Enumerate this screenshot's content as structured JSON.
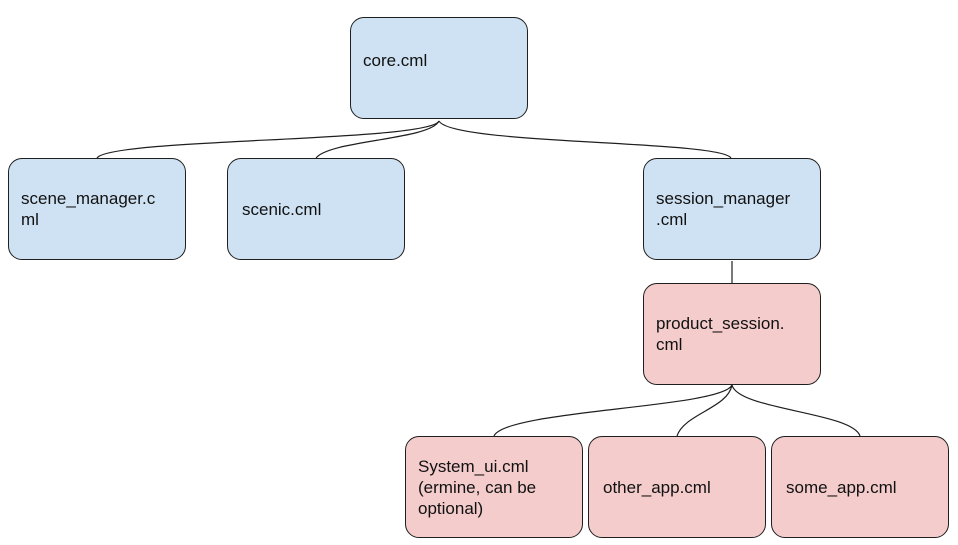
{
  "diagram": {
    "colors": {
      "blue_fill": "#cfe2f3",
      "pink_fill": "#f4cccc",
      "border": "#1f1f1f",
      "edge": "#1f1f1f"
    },
    "nodes": {
      "core": {
        "lines": [
          "core.cml"
        ]
      },
      "scene_manager": {
        "lines": [
          "scene_manager.c",
          "ml"
        ]
      },
      "scenic": {
        "lines": [
          "scenic.cml"
        ]
      },
      "session_manager": {
        "lines": [
          "session_manager",
          ".cml"
        ]
      },
      "product_session": {
        "lines": [
          "product_session.",
          "cml"
        ]
      },
      "system_ui": {
        "lines": [
          "System_ui.cml",
          "(ermine, can be",
          "optional)"
        ]
      },
      "other_app": {
        "lines": [
          "other_app.cml"
        ]
      },
      "some_app": {
        "lines": [
          "some_app.cml"
        ]
      }
    },
    "edges": [
      {
        "from": "core",
        "to": "scene_manager"
      },
      {
        "from": "core",
        "to": "scenic"
      },
      {
        "from": "core",
        "to": "session_manager"
      },
      {
        "from": "session_manager",
        "to": "product_session"
      },
      {
        "from": "product_session",
        "to": "system_ui"
      },
      {
        "from": "product_session",
        "to": "other_app"
      },
      {
        "from": "product_session",
        "to": "some_app"
      }
    ]
  }
}
